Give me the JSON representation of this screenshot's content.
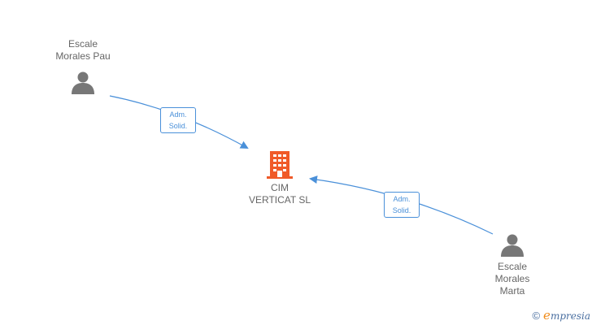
{
  "nodes": {
    "person_pau": {
      "lines": [
        "Escale",
        "Morales Pau"
      ]
    },
    "company": {
      "lines": [
        "CIM",
        "VERTICAT SL"
      ]
    },
    "person_marta": {
      "lines": [
        "Escale",
        "Morales",
        "Marta"
      ]
    }
  },
  "edges": [
    {
      "from": "Escale Morales Pau",
      "to": "CIM VERTICAT SL",
      "lines": [
        "Adm.",
        "Solid."
      ]
    },
    {
      "from": "Escale Morales Marta",
      "to": "CIM VERTICAT SL",
      "lines": [
        "Adm.",
        "Solid."
      ]
    }
  ],
  "colors": {
    "edge": "#4a90d9",
    "company_icon": "#f05a28",
    "person_icon": "#777777"
  },
  "icons": {
    "person": "person-icon",
    "company": "building-icon",
    "copyright": "copyright-icon"
  },
  "watermark": {
    "symbol": "©",
    "brand_first": "e",
    "brand_rest": "mpresia"
  }
}
